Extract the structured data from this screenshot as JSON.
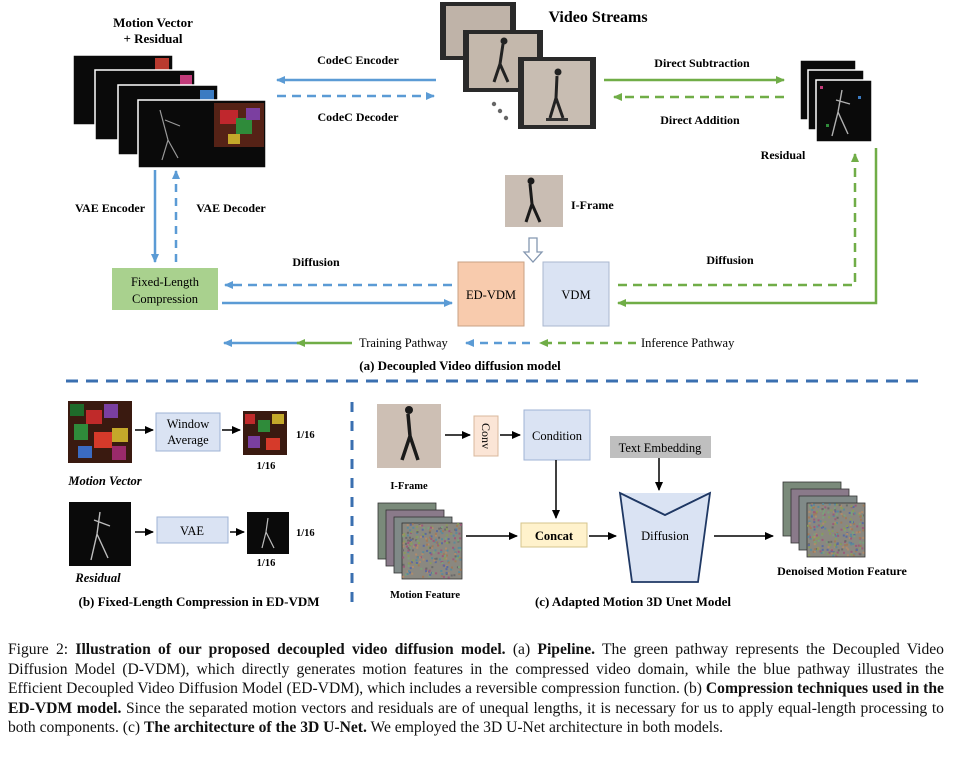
{
  "colors": {
    "blue": "#5b9bd5",
    "green": "#70ad47",
    "blue_box": "#dae3f3",
    "orange_box": "#f8cbad",
    "green_box": "#a9d18e",
    "cond_orange": "#fbe5d6",
    "concat_yellow": "#fff2cc",
    "gray_box": "#bfbfbf"
  },
  "panel_a": {
    "mv_label_1": "Motion Vector",
    "mv_label_2": "+ Residual",
    "video_streams": "Video Streams",
    "codec_encoder": "CodeC Encoder",
    "codec_decoder": "CodeC Decoder",
    "direct_subtraction": "Direct Subtraction",
    "direct_addition": "Direct Addition",
    "residual": "Residual",
    "vae_encoder": "VAE Encoder",
    "vae_decoder": "VAE Decoder",
    "iframe": "I-Frame",
    "fixed_length_1": "Fixed-Length",
    "fixed_length_2": "Compression",
    "diffusion_left": "Diffusion",
    "diffusion_right": "Diffusion",
    "ed_vdm": "ED-VDM",
    "vdm": "VDM",
    "training_pathway": "Training Pathway",
    "inference_pathway": "Inference Pathway",
    "caption": "(a) Decoupled Video diffusion model"
  },
  "panel_b": {
    "window_1": "Window",
    "window_2": "Average",
    "vae": "VAE",
    "fraction": "1/16",
    "motion_vector": "Motion Vector",
    "residual": "Residual",
    "caption": "(b) Fixed-Length Compression in ED-VDM"
  },
  "panel_c": {
    "conv": "Conv",
    "condition": "Condition",
    "text_embedding": "Text Embedding",
    "iframe": "I-Frame",
    "concat": "Concat",
    "diffusion": "Diffusion",
    "denoised": "Denoised Motion Feature",
    "motion_feature": "Motion Feature",
    "caption": "(c) Adapted Motion 3D Unet Model"
  },
  "figure_caption": {
    "label": "Figure 2:",
    "title": "Illustration of our proposed decoupled video diffusion model.",
    "a_tag": "(a)",
    "a_head": "Pipeline.",
    "a_text": "The green pathway represents the Decoupled Video Diffusion Model (D-VDM), which directly generates motion features in the compressed video domain, while the blue pathway illustrates the Efficient Decoupled Video Diffusion Model (ED-VDM), which includes a reversible compression function.",
    "b_tag": "(b)",
    "b_head": "Compression techniques used in the ED-VDM model.",
    "b_text": "Since the separated motion vectors and residuals are of unequal lengths, it is necessary for us to apply equal-length processing to both components.",
    "c_tag": "(c)",
    "c_head": "The architecture of the 3D U-Net.",
    "c_text": "We employed the 3D U-Net architecture in both models."
  }
}
